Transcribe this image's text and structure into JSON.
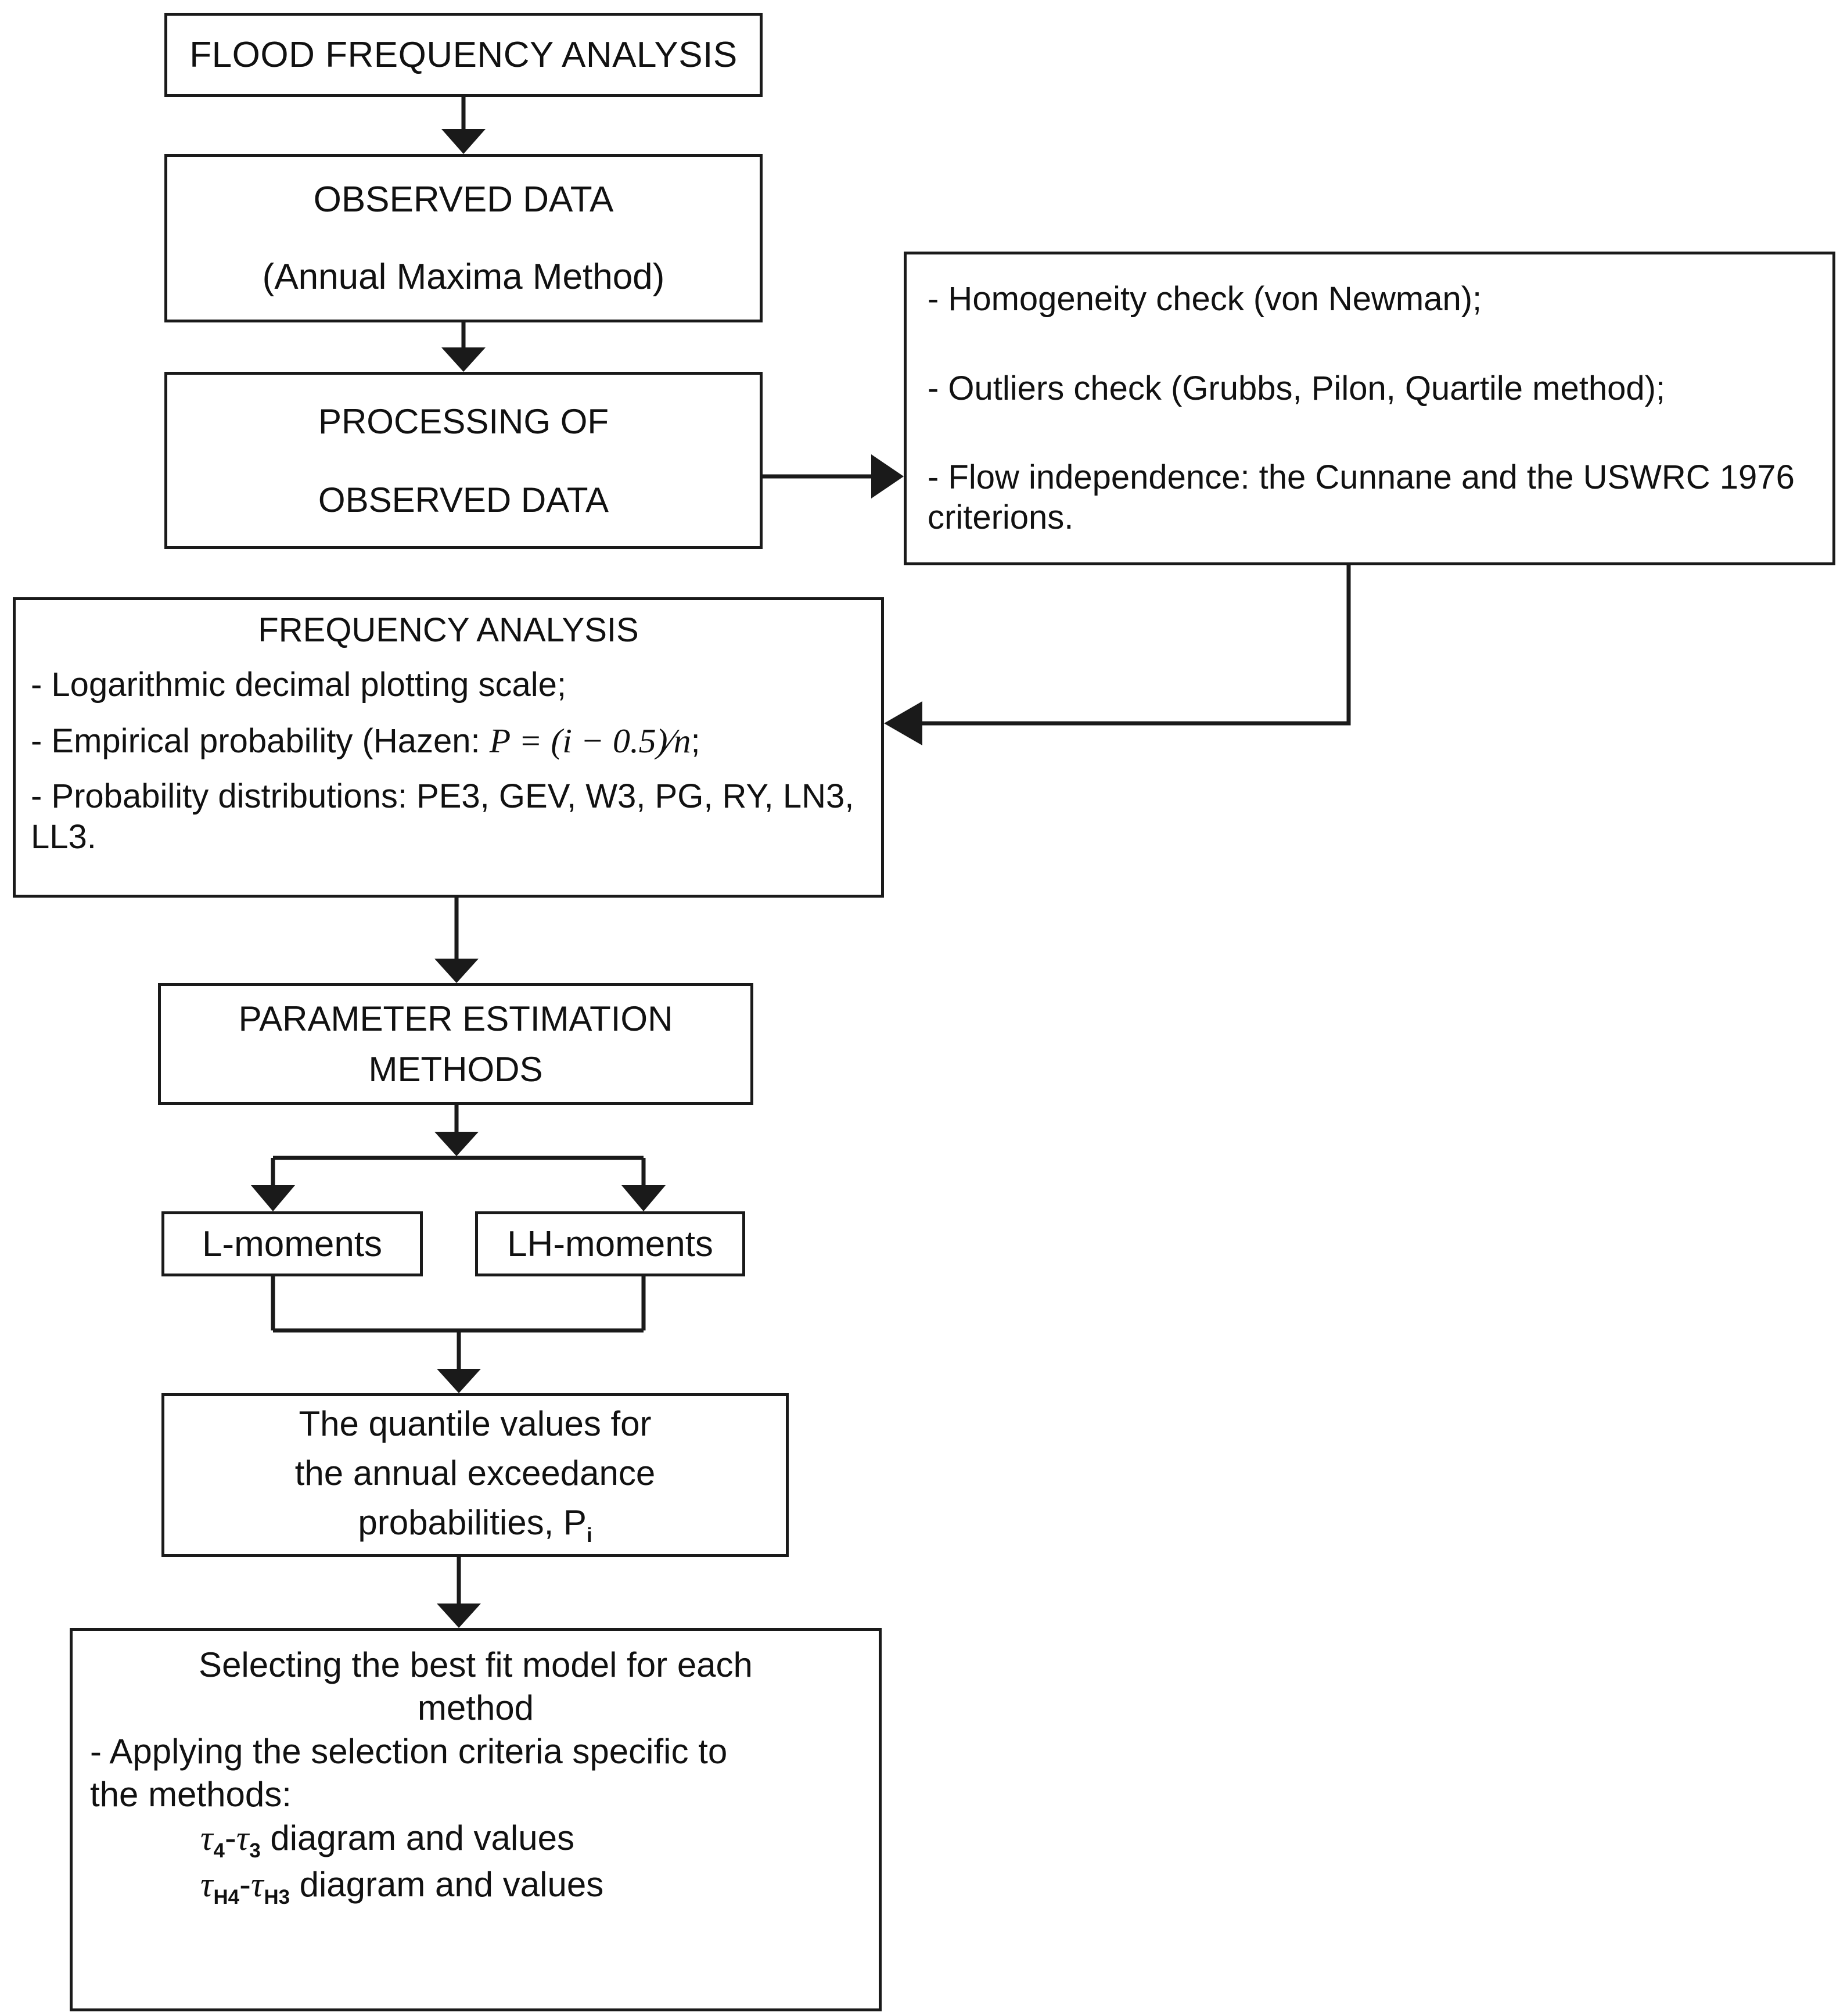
{
  "diagram": {
    "title": "Flood Frequency Analysis Methodology Flowchart",
    "line_color": "#1a1a1a",
    "background_color": "#ffffff"
  },
  "nodes": {
    "flood_frequency_analysis": {
      "label": "FLOOD FREQUENCY ANALYSIS"
    },
    "observed_data": {
      "line1": "OBSERVED DATA",
      "line2": "(Annual Maxima Method)"
    },
    "processing_observed_data": {
      "line1": "PROCESSING OF",
      "line2": "OBSERVED DATA"
    },
    "data_checks": {
      "item1": "- Homogeneity check (von Newman);",
      "item2": "- Outliers check (Grubbs, Pilon, Quartile method);",
      "item3": "- Flow independence: the Cunnane and the USWRC 1976 criterions."
    },
    "frequency_analysis": {
      "title": "FREQUENCY ANALYSIS",
      "bullet1": "- Logarithmic decimal plotting scale;",
      "bullet2_prefix": "- Empirical probability (Hazen: ",
      "bullet2_formula_p": "P",
      "bullet2_formula_eq": " = (",
      "bullet2_formula_i": "i",
      "bullet2_formula_mid": " − 0.5)",
      "bullet2_formula_slash": "⁄",
      "bullet2_formula_n": "n",
      "bullet2_suffix": ";",
      "bullet3": "- Probability distributions: PE3, GEV, W3, PG, RY, LN3, LL3."
    },
    "parameter_estimation_methods": {
      "line1": "PARAMETER ESTIMATION",
      "line2": "METHODS"
    },
    "l_moments": {
      "label": "L-moments"
    },
    "lh_moments": {
      "label": "LH-moments"
    },
    "quantile_values": {
      "line1": "The quantile values for",
      "line2": "the annual exceedance",
      "line3_prefix": "probabilities, P",
      "line3_sub": "i"
    },
    "best_fit_model": {
      "line1": "Selecting the best fit model for each",
      "line2": "method",
      "line3": "- Applying the selection criteria specific to",
      "line4": "the methods:",
      "criterion1": {
        "tau_a": "τ",
        "sub_a": "4",
        "dash": "-",
        "tau_b": "τ",
        "sub_b": "3",
        "text": " diagram and values"
      },
      "criterion2": {
        "tau_a": "τ",
        "sub_a": "H4",
        "dash": "-",
        "tau_b": "τ",
        "sub_b": "H3",
        "text": " diagram and values"
      }
    }
  },
  "edges": [
    {
      "name": "flood-to-observed",
      "from": "flood_frequency_analysis",
      "to": "observed_data",
      "type": "straight-down"
    },
    {
      "name": "observed-to-processing",
      "from": "observed_data",
      "to": "processing_observed_data",
      "type": "straight-down"
    },
    {
      "name": "processing-to-checks",
      "from": "processing_observed_data",
      "to": "data_checks",
      "type": "straight-right"
    },
    {
      "name": "checks-to-frequency",
      "from": "data_checks",
      "to": "frequency_analysis",
      "type": "elbow-down-left"
    },
    {
      "name": "frequency-to-parameter",
      "from": "frequency_analysis",
      "to": "parameter_estimation_methods",
      "type": "straight-down"
    },
    {
      "name": "parameter-split",
      "from": "parameter_estimation_methods",
      "to": "l_moments,lh_moments",
      "type": "split-fork"
    },
    {
      "name": "moments-merge",
      "from": "l_moments,lh_moments",
      "to": "quantile_values",
      "type": "merge-fork"
    },
    {
      "name": "quantile-to-bestfit",
      "from": "quantile_values",
      "to": "best_fit_model",
      "type": "straight-down"
    }
  ]
}
